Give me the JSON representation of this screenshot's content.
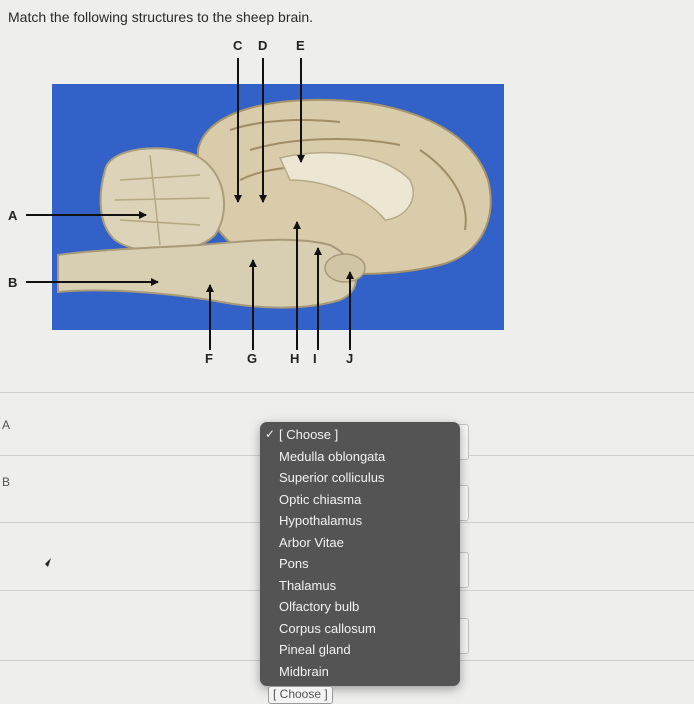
{
  "question": {
    "text": "Match the following structures to the sheep brain."
  },
  "figure": {
    "labels": {
      "A": "A",
      "B": "B",
      "C": "C",
      "D": "D",
      "E": "E",
      "F": "F",
      "G": "G",
      "H": "H",
      "I": "I",
      "J": "J"
    }
  },
  "rows": {
    "row1_label": "A",
    "row2_label": "B"
  },
  "dropdown": {
    "selected": "[ Choose ]",
    "check": "✓",
    "options": [
      "[ Choose ]",
      "Medulla oblongata",
      "Superior colliculus",
      "Optic chiasma",
      "Hypothalamus",
      "Arbor Vitae",
      "Pons",
      "Thalamus",
      "Olfactory bulb",
      "Corpus callosum",
      "Pineal gland",
      "Midbrain"
    ]
  },
  "choose_select": {
    "label": "[ Choose ]"
  },
  "colors": {
    "photo_background": "#2f5fc4",
    "menu_background": "#545454",
    "page_background": "#eeeeec"
  }
}
